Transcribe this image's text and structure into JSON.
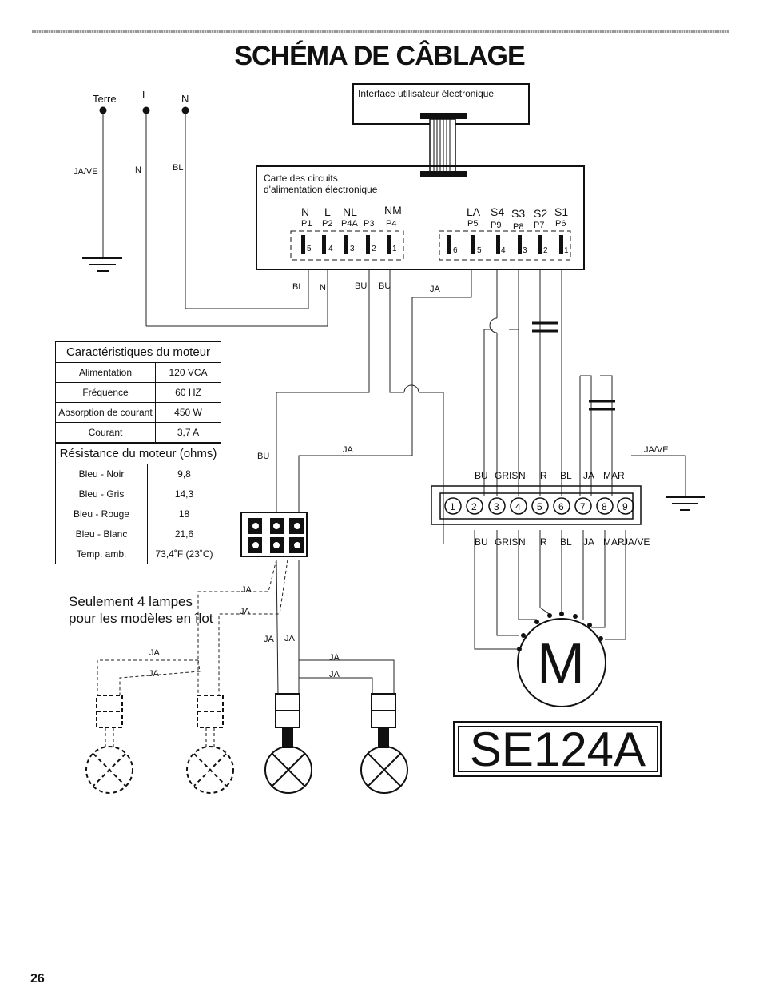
{
  "title": "SCHÉMA DE CÂBLAGE",
  "page_number": "26",
  "model": "SE124A",
  "supply": {
    "terminals": [
      "Terre",
      "L",
      "N"
    ],
    "wire_colors": [
      "JA/VE",
      "N",
      "BL"
    ]
  },
  "ui_interface": "Interface utilisateur électronique",
  "board": {
    "title_line1": "Carte des circuits",
    "title_line2": "d'alimentation électronique",
    "left_labels": [
      "N",
      "L",
      "NL",
      "NM"
    ],
    "left_pins": [
      "P1",
      "P2",
      "P4A",
      "P3",
      "P4"
    ],
    "left_numbers": [
      "5",
      "4",
      "3",
      "2",
      "1"
    ],
    "right_labels": [
      "LA",
      "S4",
      "S3",
      "S2",
      "S1"
    ],
    "right_pins": [
      "P5",
      "P9",
      "P8",
      "P7",
      "P6"
    ],
    "right_numbers": [
      "6",
      "5",
      "4",
      "3",
      "2",
      "1"
    ],
    "wire_labels": [
      "BL",
      "N",
      "BU",
      "BU",
      "JA"
    ]
  },
  "motor_table": {
    "header": "Caractéristiques du moteur",
    "rows": [
      {
        "label": "Alimentation",
        "value": "120 VCA"
      },
      {
        "label": "Fréquence",
        "value": "60 HZ"
      },
      {
        "label": "Absorption de courant",
        "value": "450 W"
      },
      {
        "label": "Courant",
        "value": "3,7 A"
      }
    ],
    "resistance_header": "Résistance du moteur (ohms)",
    "resistance_rows": [
      {
        "label": "Bleu - Noir",
        "value": "9,8"
      },
      {
        "label": "Bleu - Gris",
        "value": "14,3"
      },
      {
        "label": "Bleu - Rouge",
        "value": "18"
      },
      {
        "label": "Bleu - Blanc",
        "value": "21,6"
      },
      {
        "label": "Temp. amb.",
        "value": "73,4˚F (23˚C)"
      }
    ]
  },
  "terminal_block": {
    "numbers": [
      "1",
      "2",
      "3",
      "4",
      "5",
      "6",
      "7",
      "8",
      "9"
    ],
    "top_labels": [
      "BU",
      "GRIS",
      "N",
      "R",
      "BL",
      "JA",
      "MAR"
    ],
    "bottom_labels": [
      "BU",
      "GRIS",
      "N",
      "R",
      "BL",
      "JA",
      "MAR",
      "JA/VE"
    ],
    "ground_label": "JA/VE"
  },
  "misc_labels": {
    "bu": "BU",
    "ja": "JA",
    "ja_long": "JA",
    "island_note_line1": "Seulement 4 lampes",
    "island_note_line2": "pour les modèles en îlot"
  },
  "motor_letter": "M"
}
